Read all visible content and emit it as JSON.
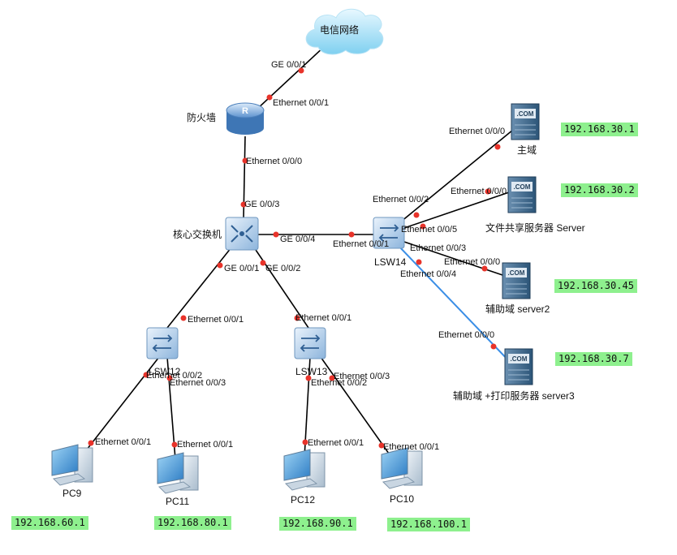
{
  "cloud": {
    "label": "电信网络"
  },
  "devices": {
    "firewall": "防火墙",
    "core": "核心交换机",
    "lsw14": "LSW14",
    "lsw12": "LSW12",
    "lsw13": "LSW13",
    "srv_main": "主域",
    "srv_file": "文件共享服务器 Server",
    "srv2": "辅助域 server2",
    "srv3": "辅助域 +打印服务器 server3",
    "pc9": "PC9",
    "pc11": "PC11",
    "pc12": "PC12",
    "pc10": "PC10",
    "com_text": ".COM"
  },
  "ports": {
    "cloud_ge001": "GE 0/0/1",
    "fw_e001": "Ethernet 0/0/1",
    "fw_e000": "Ethernet 0/0/0",
    "core_ge003": "GE 0/0/3",
    "core_ge004": "GE 0/0/4",
    "core_ge001": "GE 0/0/1",
    "core_ge002": "GE 0/0/2",
    "lsw14_e001": "Ethernet 0/0/1",
    "lsw14_e002": "Ethernet 0/0/2",
    "lsw14_e005": "Ethernet 0/0/5",
    "lsw14_e003": "Ethernet 0/0/3",
    "lsw14_e004": "Ethernet 0/0/4",
    "srvmain_e000": "Ethernet 0/0/0",
    "srvfile_e000": "Ethernet 0/0/0",
    "srv2_e000": "Ethernet 0/0/0",
    "srv3_e000": "Ethernet 0/0/0",
    "lsw12_e001": "Ethernet 0/0/1",
    "lsw12_e002": "Ethernet 0/0/2",
    "lsw12_e003": "Ethernet 0/0/3",
    "lsw13_e001": "Ethernet 0/0/1",
    "lsw13_e002": "Ethernet 0/0/2",
    "lsw13_e003": "Ethernet 0/0/3",
    "pc9_e001": "Ethernet 0/0/1",
    "pc11_e001": "Ethernet 0/0/1",
    "pc12_e001": "Ethernet 0/0/1",
    "pc10_e001": "Ethernet 0/0/1"
  },
  "ips": {
    "srv_main": "192.168.30.1",
    "srv_file": "192.168.30.2",
    "srv2": "192.168.30.45",
    "srv3": "192.168.30.7",
    "pc9": "192.168.60.1",
    "pc11": "192.168.80.1",
    "pc12": "192.168.90.1",
    "pc10": "192.168.100.1"
  },
  "colors": {
    "link": "#000000",
    "link_highlight": "#3a8ee6",
    "port_dot": "#e8332a",
    "ip_bg": "#8ef08e"
  }
}
